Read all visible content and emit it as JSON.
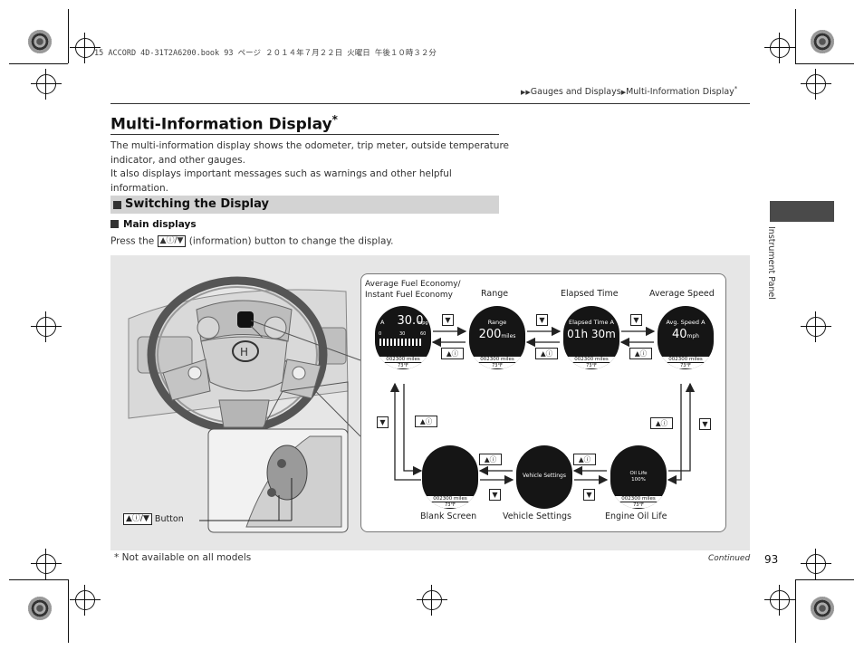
{
  "print_header": "15 ACCORD 4D-31T2A6200.book  93 ページ  ２０１４年７月２２日  火曜日  午後１０時３２分",
  "breadcrumb": {
    "arrows": "▶▶",
    "item1": "Gauges and Displays",
    "sep": "▶",
    "item2": "Multi-Information Display",
    "star": "*"
  },
  "page": {
    "title": "Multi-Information Display",
    "title_star": "*",
    "intro_line1": "The multi-information display shows the odometer, trip meter, outside temperature",
    "intro_line2": "indicator, and other gauges.",
    "intro_line3": "It also displays important messages such as warnings and other helpful information.",
    "section_title": "Switching the Display",
    "sub_heading": "Main displays",
    "press_before": "Press the",
    "press_after": "(information) button to change the display.",
    "info_button": "▲ⓘ/▼"
  },
  "figure": {
    "button_label": "Button",
    "button_symbol": "▲ⓘ/▼",
    "labels": {
      "avg_fuel": "Average Fuel Economy/",
      "inst_fuel": "Instant Fuel Economy",
      "range": "Range",
      "elapsed": "Elapsed Time",
      "avg_speed": "Average Speed",
      "blank": "Blank Screen",
      "vehicle_settings": "Vehicle Settings",
      "oil_life": "Engine Oil Life"
    },
    "screens": {
      "fuel": {
        "mode": "A",
        "value": "30.0",
        "unit": "mpg",
        "scale0": "0",
        "scale30": "30",
        "scale60": "60"
      },
      "range": {
        "title": "Range",
        "value": "200",
        "unit": "miles"
      },
      "elapsed": {
        "title": "Elapsed Time A",
        "value": "01h 30m"
      },
      "speed": {
        "title": "Avg. Speed A",
        "value": "40",
        "unit": "mph"
      },
      "vs": {
        "text": "Vehicle Settings"
      },
      "oil": {
        "title": "Oil Life",
        "value": "100%"
      },
      "odo": "002300 miles",
      "temp": "73°F"
    },
    "btn_down": "▼",
    "btn_info": "▲ⓘ"
  },
  "side_tab": "Instrument Panel",
  "footnote": "* Not available on all models",
  "continued": "Continued",
  "page_number": "93"
}
